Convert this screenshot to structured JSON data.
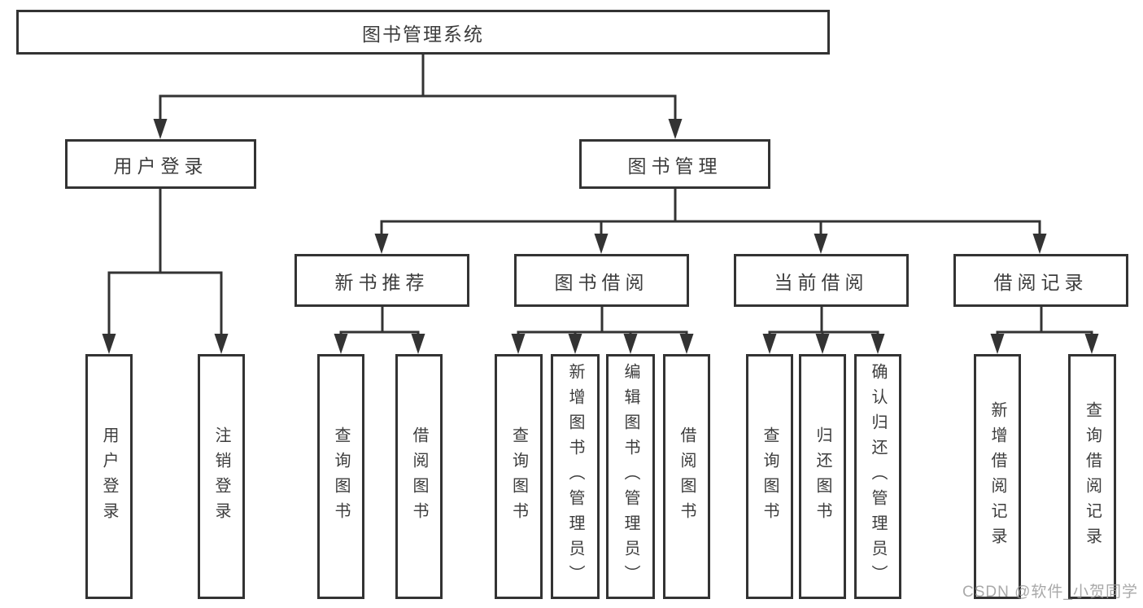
{
  "diagram": {
    "type": "hierarchy-tree",
    "tree": {
      "label": "图书管理系统",
      "children": [
        {
          "label": "用户登录",
          "children": [
            {
              "label": "用户登录"
            },
            {
              "label": "注销登录"
            }
          ]
        },
        {
          "label": "图书管理",
          "children": [
            {
              "label": "新书推荐",
              "children": [
                {
                  "label": "查询图书"
                },
                {
                  "label": "借阅图书"
                }
              ]
            },
            {
              "label": "图书借阅",
              "children": [
                {
                  "label": "查询图书"
                },
                {
                  "label": "新增图书（管理员）"
                },
                {
                  "label": "编辑图书（管理员）"
                },
                {
                  "label": "借阅图书"
                }
              ]
            },
            {
              "label": "当前借阅",
              "children": [
                {
                  "label": "查询图书"
                },
                {
                  "label": "归还图书"
                },
                {
                  "label": "确认归还（管理员）"
                }
              ]
            },
            {
              "label": "借阅记录",
              "children": [
                {
                  "label": "新增借阅记录"
                },
                {
                  "label": "查询借阅记录"
                }
              ]
            }
          ]
        }
      ]
    },
    "colors": {
      "line": "#333333",
      "box_border": "#333333",
      "box_fill": "#ffffff",
      "text": "#3d3d3d",
      "background": "#ffffff",
      "watermark": "#999999"
    }
  },
  "watermark": {
    "text": "CSDN @软件_小贺同学"
  }
}
